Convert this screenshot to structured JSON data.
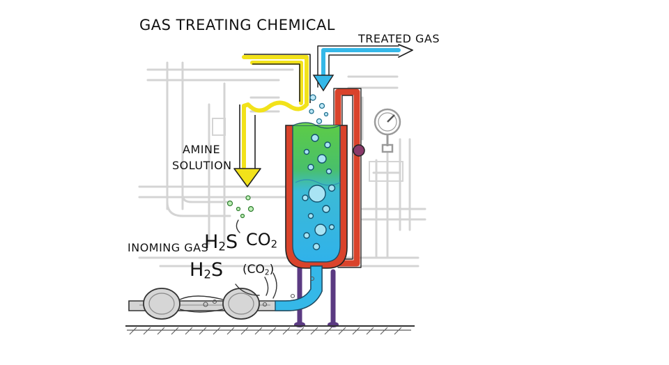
{
  "title": "GAS TREATING CHEMICAL",
  "labels": {
    "treated_gas": "TREATED GAS",
    "amine_line1": "AMINE",
    "amine_line2": "SOLUTION",
    "incoming_gas": "INOMING GAS"
  },
  "chemicals": {
    "h2s_1": {
      "base": "H",
      "sub": "2",
      "tail": "S"
    },
    "co2_1": {
      "base": "CO",
      "sub": "2",
      "tail": ""
    },
    "h2s_2": {
      "base": "H",
      "sub": "2",
      "tail": "S"
    },
    "co2_2": {
      "open": "(",
      "base": "CO",
      "sub": "2",
      "close": ")"
    }
  },
  "colors": {
    "amine_yellow": "#f2e21a",
    "treated_blue": "#35b8e8",
    "liquid_green": "#58c84a",
    "liquid_blue": "#34b7ea",
    "vessel_red": "#d9432b",
    "support_purple": "#5b3a82",
    "background_pipes": "#d8d8d8",
    "ink": "#111111"
  }
}
